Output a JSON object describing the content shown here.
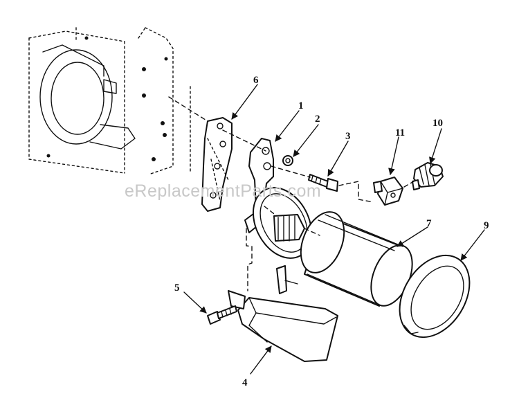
{
  "watermark": "eReplacementParts.com",
  "callouts": [
    {
      "id": "1",
      "label": "1"
    },
    {
      "id": "2",
      "label": "2"
    },
    {
      "id": "3",
      "label": "3"
    },
    {
      "id": "4",
      "label": "4"
    },
    {
      "id": "5",
      "label": "5"
    },
    {
      "id": "6",
      "label": "6"
    },
    {
      "id": "7",
      "label": "7"
    },
    {
      "id": "9",
      "label": "9"
    },
    {
      "id": "10",
      "label": "10"
    },
    {
      "id": "11",
      "label": "11"
    }
  ]
}
